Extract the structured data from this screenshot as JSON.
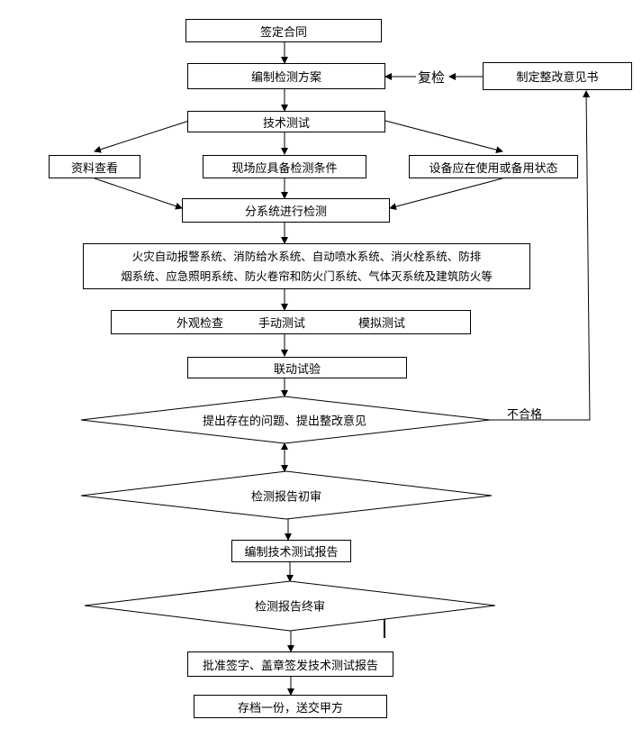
{
  "nodes": {
    "sign_contract": "签定合同",
    "compile_plan": "编制检测方案",
    "recheck": "复检",
    "rectification_notice": "制定整改意见书",
    "tech_test": "技术测试",
    "materials": "资料查看",
    "site_conditions": "现场应具备检测条件",
    "equipment_state": "设备应在使用或备用状态",
    "subsystem_test": "分系统进行检测",
    "systems_line1": "火灾自动报警系统、消防给水系统、自动喷水系统、消火栓系统、防排",
    "systems_line2": "烟系统、应急照明系统、防火卷帘和防火门系统、气体灭系统及建筑防火等",
    "visual_check": "外观检查",
    "manual_test": "手动测试",
    "simulated_test": "模拟测试",
    "linkage_test": "联动试验",
    "issues_decision": "提出存在的问题、提出整改意见",
    "unqualified": "不合格",
    "prelim_review": "检测报告初审",
    "compile_report": "编制技术测试报告",
    "final_review": "检测报告终审",
    "approve_issue": "批准签字、盖章签发技术测试报告",
    "archive": "存档一份，送交甲方"
  }
}
